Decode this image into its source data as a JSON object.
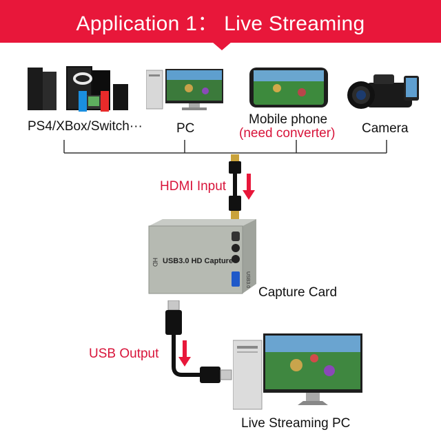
{
  "banner": {
    "title": "Application 1：  Live Streaming",
    "color": "#e8173a"
  },
  "sources": [
    {
      "label": "PS4/XBox/Switch···",
      "icon": "game-consoles-icon"
    },
    {
      "label": "PC",
      "icon": "pc-monitor-icon"
    },
    {
      "label": "Mobile phone",
      "sublabel": "(need converter)",
      "icon": "mobile-phone-icon"
    },
    {
      "label": "Camera",
      "icon": "video-camera-icon"
    }
  ],
  "hdmi": {
    "label": "HDMI Input"
  },
  "capture_card": {
    "label": "Capture Card",
    "body_text": "USB3.0 HD Capture",
    "side_text_hd": "HD",
    "side_text_usb": "USB3.0"
  },
  "usb": {
    "label": "USB Output"
  },
  "destination": {
    "label": "Live Streaming PC",
    "icon": "streaming-pc-icon"
  },
  "colors": {
    "accent_red": "#d8143a"
  }
}
